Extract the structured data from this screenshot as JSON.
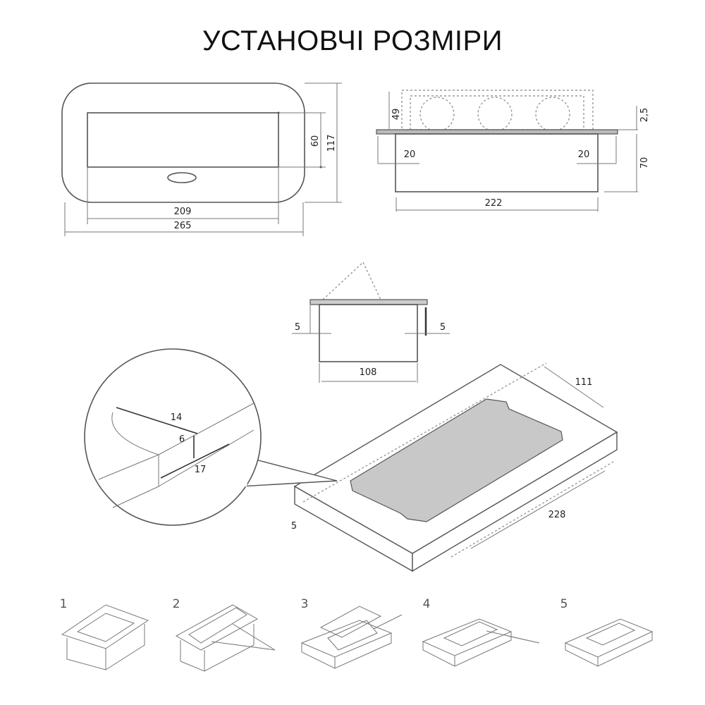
{
  "title": "УСТАНОВЧІ РОЗМІРИ",
  "front_view": {
    "inner_height": "60",
    "total_height": "117",
    "inner_width": "209",
    "total_width": "265"
  },
  "side_view": {
    "socket_height": "49",
    "plate_thickness": "2,5",
    "box_depth": "70",
    "overhang_left": "20",
    "overhang_right": "20",
    "box_length": "222"
  },
  "section_view": {
    "gap_left": "5",
    "gap_right": "5",
    "box_width": "108"
  },
  "cutout_view": {
    "cut_width": "111",
    "cut_length": "228",
    "edge_offset": "5"
  },
  "detail_view": {
    "length": "14",
    "thickness": "6",
    "depth": "17"
  },
  "steps": [
    "1",
    "2",
    "3",
    "4",
    "5"
  ]
}
